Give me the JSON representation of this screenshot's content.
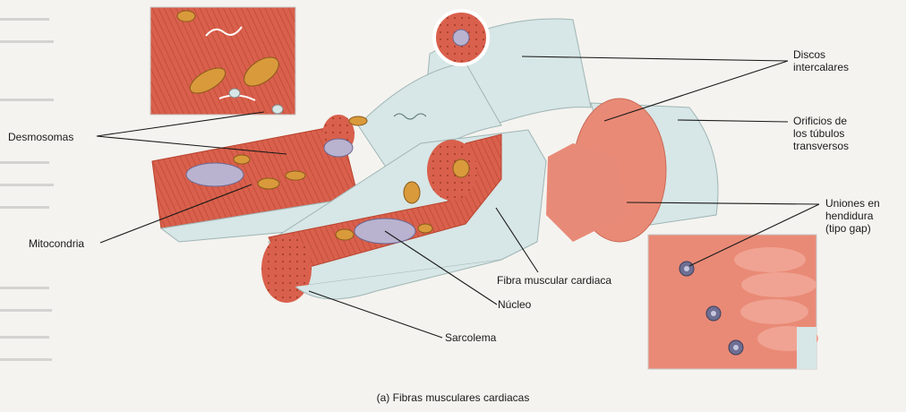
{
  "labels": {
    "discos": "Discos\nintercalares",
    "orificios": "Orificios de\nlos túbulos\ntransversos",
    "desmosomas": "Desmosomas",
    "uniones": "Uniones en\nhendidura\n(tipo gap)",
    "mitocondria": "Mitocondria",
    "fibra": "Fibra muscular cardiaca",
    "nucleo": "Núcleo",
    "sarcolema": "Sarcolema"
  },
  "caption": "(a) Fibras musculares cardiacas",
  "colors": {
    "muscle": "#d9604c",
    "muscle_dark": "#b8432f",
    "sarcolemma": "#d7e6e6",
    "nucleus": "#b9b3d0",
    "mitochondria": "#d99a3c",
    "inset_bg": "#e98a76",
    "gap_junction": "#6e6f93",
    "leader": "#1a1a1a"
  }
}
